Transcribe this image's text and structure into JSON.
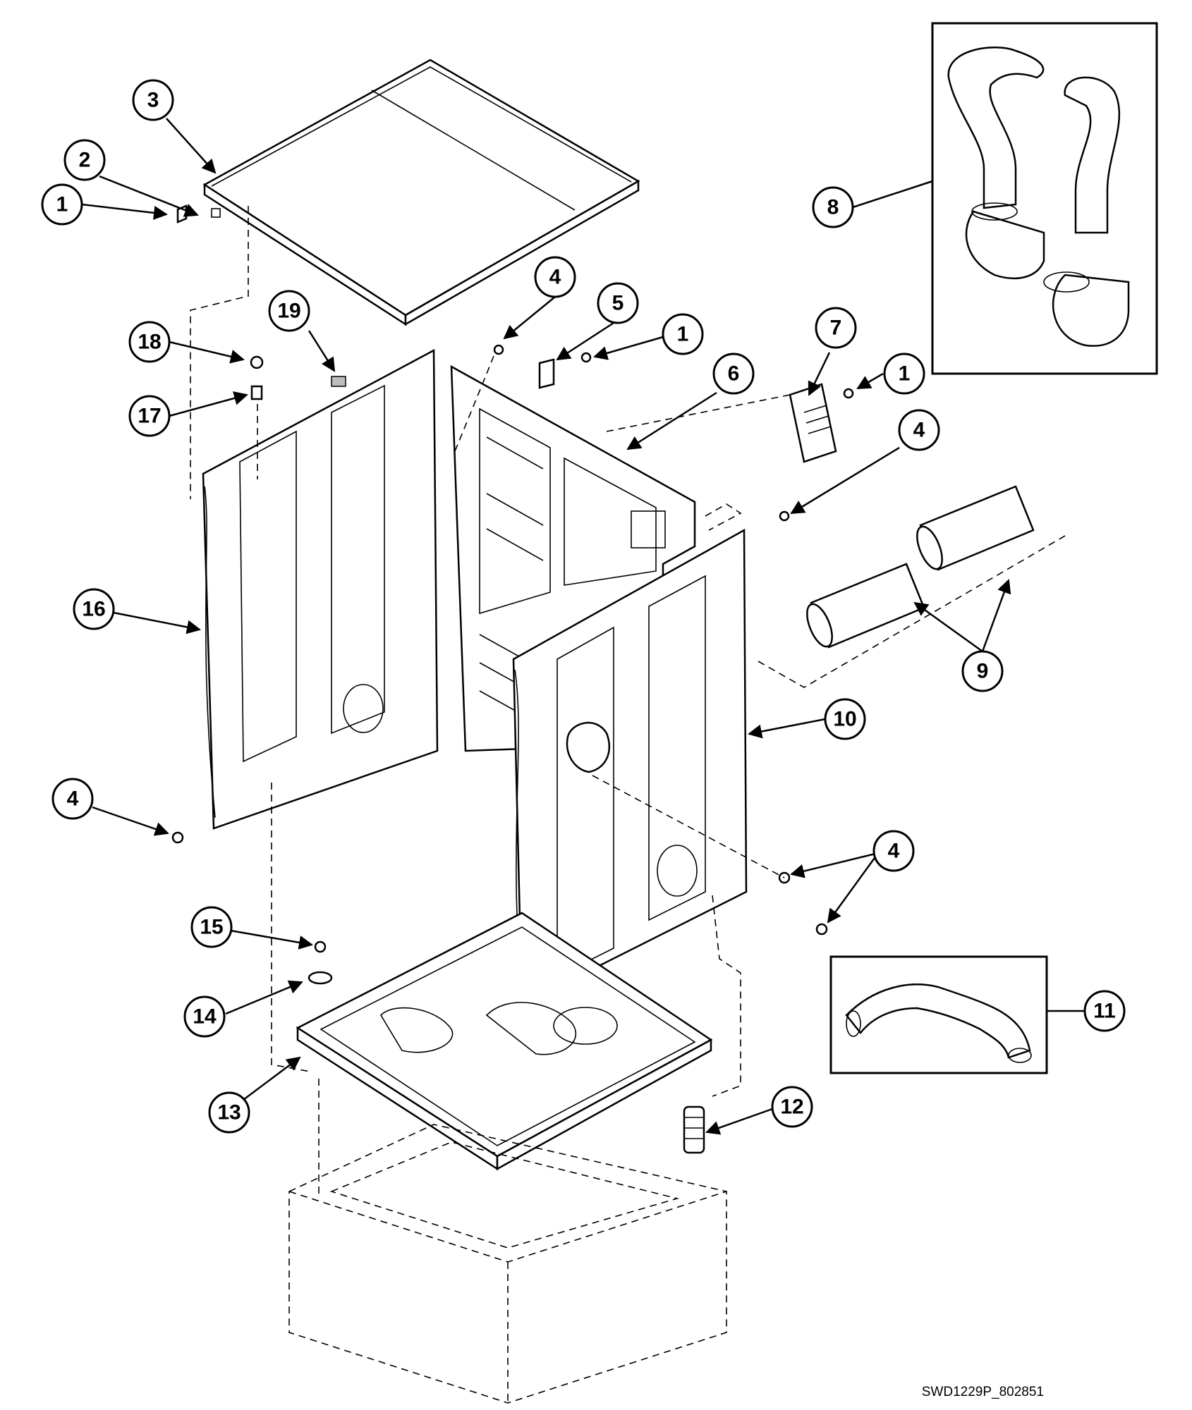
{
  "callouts": [
    {
      "id": "c1a",
      "label": "1"
    },
    {
      "id": "c2",
      "label": "2"
    },
    {
      "id": "c3",
      "label": "3"
    },
    {
      "id": "c4a",
      "label": "4"
    },
    {
      "id": "c5",
      "label": "5"
    },
    {
      "id": "c1b",
      "label": "1"
    },
    {
      "id": "c6",
      "label": "6"
    },
    {
      "id": "c7",
      "label": "7"
    },
    {
      "id": "c1c",
      "label": "1"
    },
    {
      "id": "c8",
      "label": "8"
    },
    {
      "id": "c4b",
      "label": "4"
    },
    {
      "id": "c9",
      "label": "9"
    },
    {
      "id": "c10",
      "label": "10"
    },
    {
      "id": "c18",
      "label": "18"
    },
    {
      "id": "c19",
      "label": "19"
    },
    {
      "id": "c17",
      "label": "17"
    },
    {
      "id": "c16",
      "label": "16"
    },
    {
      "id": "c4c",
      "label": "4"
    },
    {
      "id": "c4d",
      "label": "4"
    },
    {
      "id": "c15",
      "label": "15"
    },
    {
      "id": "c14",
      "label": "14"
    },
    {
      "id": "c11",
      "label": "11"
    },
    {
      "id": "c12",
      "label": "12"
    },
    {
      "id": "c13",
      "label": "13"
    }
  ],
  "drawing_code": "SWD1229P_802851"
}
